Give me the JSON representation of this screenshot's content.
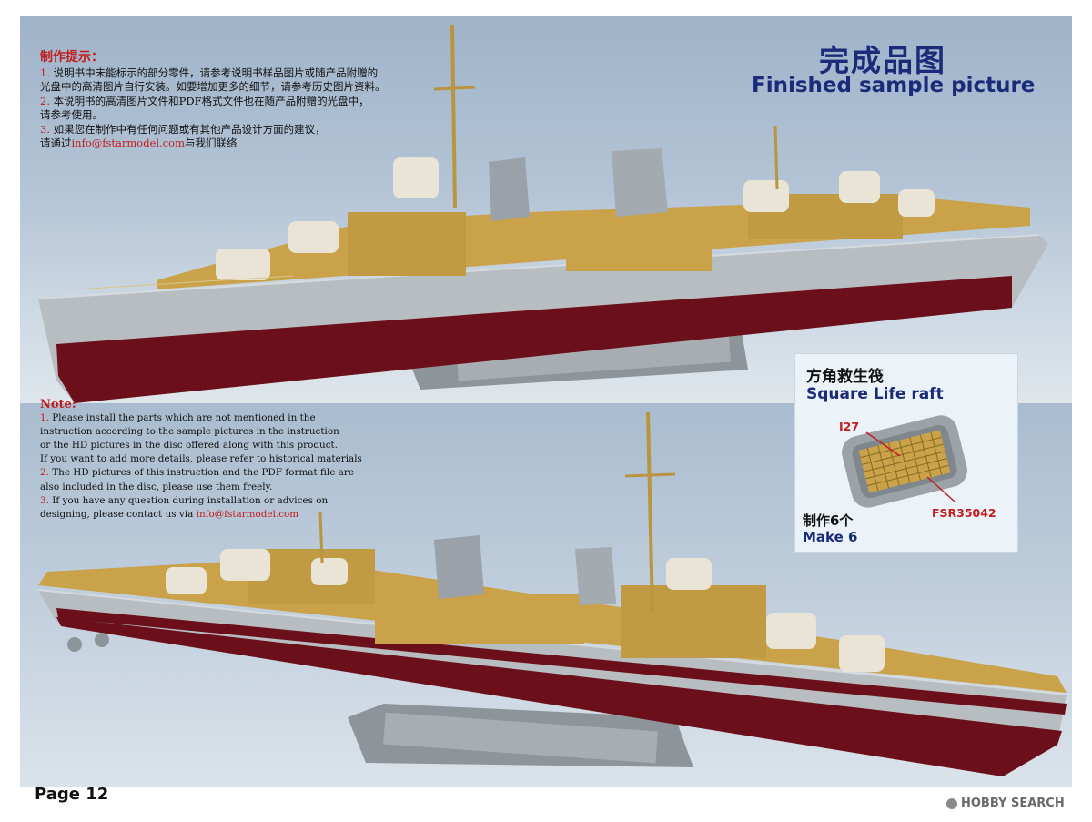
{
  "heading": {
    "cn": "完成品图",
    "en": "Finished sample picture"
  },
  "notes_cn": {
    "title": "制作提示：",
    "line1a": "1.",
    "line1b": " 说明书中未能标示的部分零件，请参考说明书样品图片或随产品附赠的",
    "line1c": "光盘中的高清图片自行安装。如要增加更多的细节，请参考历史图片资料。",
    "line2a": "2.",
    "line2b": " 本说明书的高清图片文件和PDF格式文件也在随产品附赠的光盘中，",
    "line2c": "请参考使用。",
    "line3a": "3.",
    "line3b": " 如果您在制作中有任何问题或有其他产品设计方面的建议，",
    "line3c": "请通过",
    "line3email": "info@fstarmodel.com",
    "line3d": "与我们联络"
  },
  "notes_en": {
    "title": "Note:",
    "l1n": "1.",
    "l1": " Please install the parts which are not  mentioned in the",
    "l2": "instruction according to the sample pictures in the instruction",
    "l3": "or the HD pictures in the disc offered along with this product.",
    "l4": "If you want to add more details, please refer to historical materials",
    "l5n": "2.",
    "l5": " The HD pictures of this instruction and the PDF format file are",
    "l6": "also included in the disc, please use them freely.",
    "l7n": "3.",
    "l7": " If you have any question during installation or advices on",
    "l8": "designing, please contact us via ",
    "email": "info@fstarmodel.com"
  },
  "raft": {
    "title_cn": "方角救生筏",
    "title_en": "Square Life raft",
    "part_a": "I27",
    "part_b": "FSR35042",
    "make_cn": "制作6个",
    "make_en": "Make 6"
  },
  "footer": {
    "page": "Page 12",
    "watermark": "HOBBY SEARCH"
  },
  "colors": {
    "hull_grey": "#b8bdc1",
    "hull_red": "#6b0f1a",
    "brass": "#c9a24a",
    "title_blue": "#1a2b7a",
    "note_red": "#c11d1d"
  }
}
